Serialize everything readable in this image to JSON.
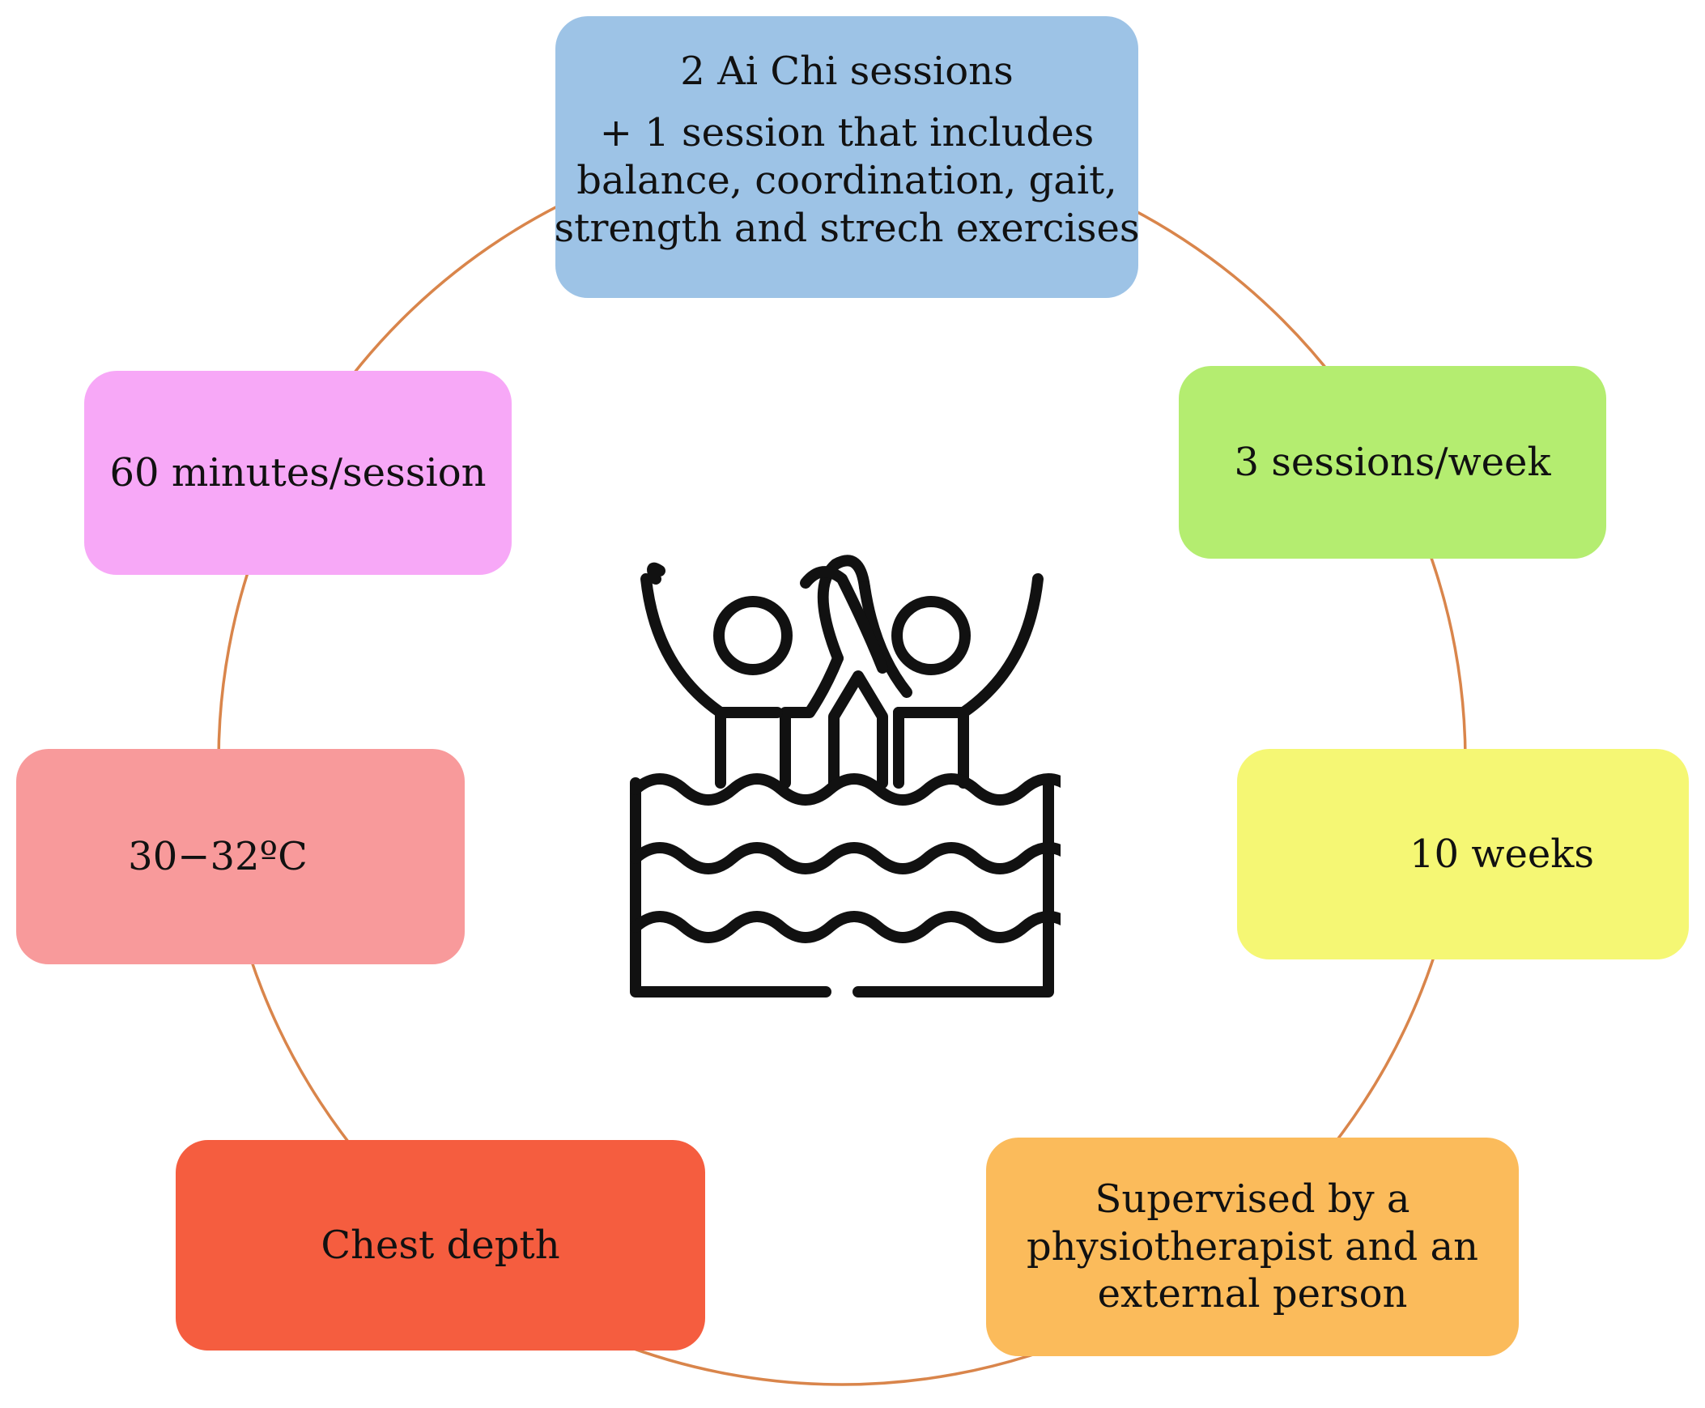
{
  "diagram": {
    "nodes": [
      {
        "id": "sessions-composition",
        "lines": [
          "2 Ai Chi sessions",
          "+ 1 session that includes",
          "balance, coordination, gait,",
          "strength and strech exercises"
        ],
        "color": "#9dc3e6"
      },
      {
        "id": "frequency",
        "lines": [
          "3 sessions/week"
        ],
        "color": "#b4ed70"
      },
      {
        "id": "duration-program",
        "lines": [
          "10 weeks"
        ],
        "color": "#f5f774"
      },
      {
        "id": "supervision",
        "lines": [
          "Supervised by a",
          "physiotherapist and an",
          "external person"
        ],
        "color": "#fbbb5b"
      },
      {
        "id": "water-depth",
        "lines": [
          "Chest depth"
        ],
        "color": "#f55d3f"
      },
      {
        "id": "water-temperature",
        "lines": [
          "30−32ºC"
        ],
        "color": "#f89a9b"
      },
      {
        "id": "session-length",
        "lines": [
          "60 minutes/session"
        ],
        "color": "#f7a8f7"
      }
    ],
    "ring_color": "#d9854b",
    "icon_color": "#111111",
    "center_icon": "people-in-water-icon"
  }
}
